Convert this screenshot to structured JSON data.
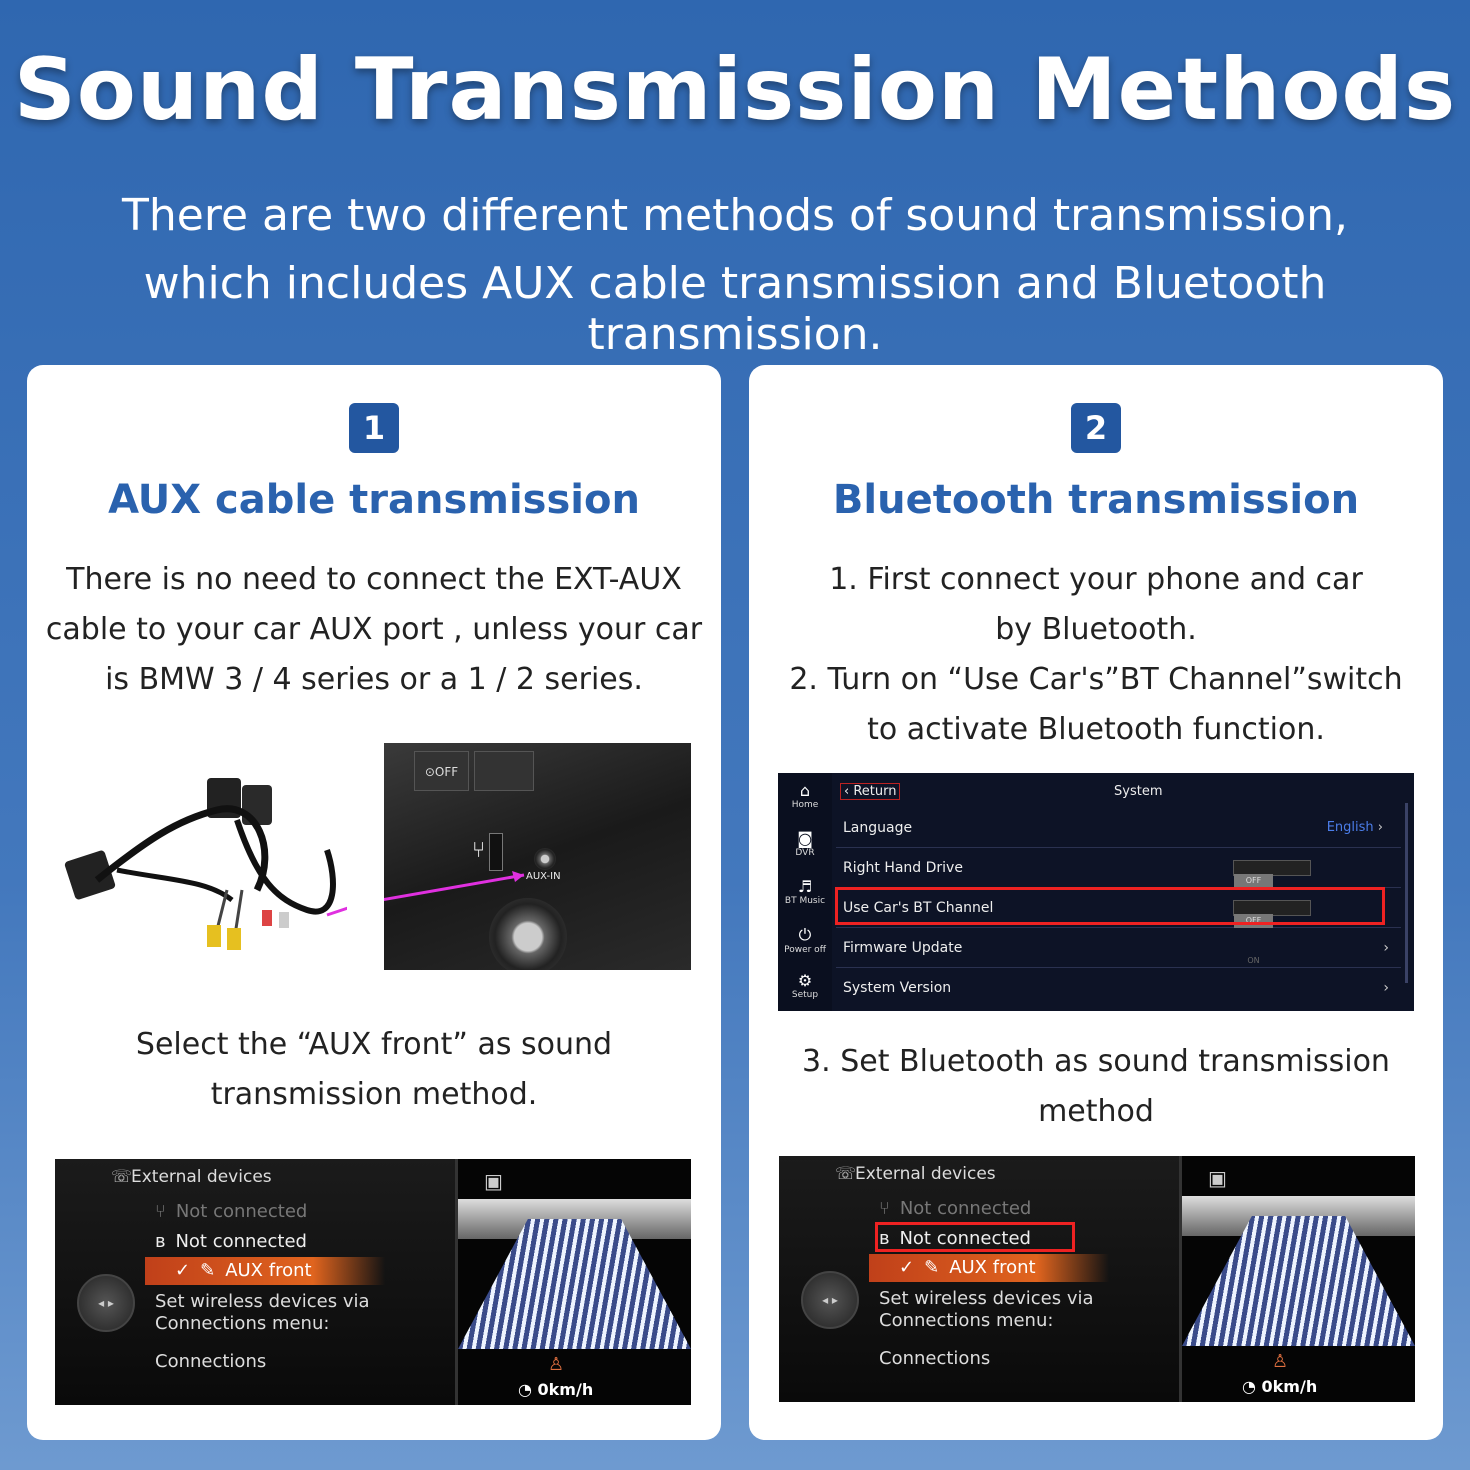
{
  "title": "Sound Transmission Methods",
  "subtitle": {
    "line1": "There are two different methods of sound transmission,",
    "line2": "which includes AUX cable transmission and Bluetooth transmission."
  },
  "left_card": {
    "badge": "1",
    "title": "AUX cable transmission",
    "desc": [
      "There is no need to connect the EXT-AUX",
      "cable to your car AUX port , unless your car",
      "is BMW 3 / 4 series or a 1 / 2 series."
    ],
    "console_labels": {
      "off": "⊙OFF",
      "aux_in": "AUX-IN"
    },
    "select_text": [
      "Select the “AUX front” as sound",
      "transmission method."
    ],
    "screen": {
      "header": "External devices",
      "line_dim": "Not connected",
      "line_bt": "Not connected",
      "line_aux": "AUX front",
      "foot1": "Set wireless devices via",
      "foot2": "Connections menu:",
      "foot3": "Connections",
      "speed": "0km/h"
    }
  },
  "right_card": {
    "badge": "2",
    "title": "Bluetooth transmission",
    "steps": [
      "1. First connect your phone and car",
      "by Bluetooth.",
      "2. Turn on “Use Car's”BT Channel”switch",
      "to activate Bluetooth function."
    ],
    "system_screen": {
      "return_label": "Return",
      "title": "System",
      "sidebar": [
        "Home",
        "DVR",
        "BT Music",
        "Power off",
        "Setup"
      ],
      "rows": [
        {
          "label": "Language",
          "value": "English"
        },
        {
          "label": "Right Hand Drive"
        },
        {
          "label": "Use Car's BT Channel"
        },
        {
          "label": "Firmware Update"
        },
        {
          "label": "System Version"
        }
      ],
      "toggle_off": "OFF",
      "toggle_on": "ON"
    },
    "step3": [
      "3. Set Bluetooth as sound transmission",
      "method"
    ],
    "screen": {
      "header": "External devices",
      "line_dim": "Not connected",
      "line_bt": "Not connected",
      "line_aux": "AUX front",
      "foot1": "Set wireless devices via",
      "foot2": "Connections menu:",
      "foot3": "Connections",
      "speed": "0km/h"
    }
  },
  "colors": {
    "accent": "#2a62ae",
    "badge": "#2357a0",
    "highlight": "#e22222"
  }
}
